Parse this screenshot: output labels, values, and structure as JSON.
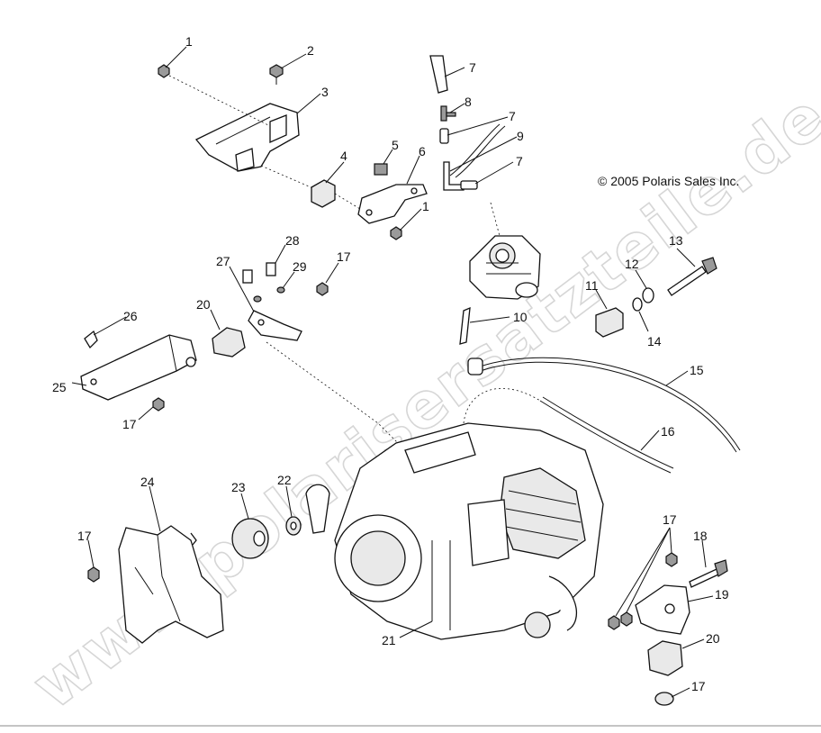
{
  "copyright": "© 2005 Polaris Sales Inc.",
  "watermark": "www.polarisersatzteile.de",
  "callouts": {
    "c1a": "1",
    "c2": "2",
    "c3": "3",
    "c4": "4",
    "c5": "5",
    "c6": "6",
    "c1b": "1",
    "c7a": "7",
    "c8": "8",
    "c7b": "7",
    "c9": "9",
    "c7c": "7",
    "c10": "10",
    "c11": "11",
    "c12": "12",
    "c13": "13",
    "c14": "14",
    "c15": "15",
    "c16": "16",
    "c17a": "17",
    "c17b": "17",
    "c17c": "17",
    "c17d": "17",
    "c17e": "17",
    "c18": "18",
    "c19": "19",
    "c20a": "20",
    "c20b": "20",
    "c21": "21",
    "c22": "22",
    "c23": "23",
    "c24": "24",
    "c25": "25",
    "c26": "26",
    "c27": "27",
    "c28": "28",
    "c29": "29"
  }
}
